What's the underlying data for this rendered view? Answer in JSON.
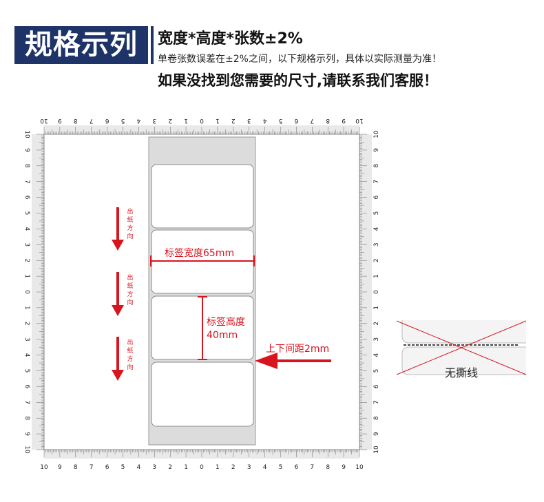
{
  "header": {
    "title": "规格示列",
    "line1": "宽度*高度*张数±2%",
    "line2": "单卷张数误差在±2%之间，以下规格示列，具体以实际测量为准！",
    "line3": "如果没找到您需要的尺寸,请联系我们客服！"
  },
  "ruler": {
    "top_ticks": [
      "10",
      "9",
      "8",
      "7",
      "6",
      "5",
      "4",
      "3",
      "2",
      "1",
      "0",
      "1",
      "2",
      "3",
      "4",
      "5",
      "6",
      "7",
      "8",
      "9",
      "10"
    ],
    "side_ticks": [
      "10",
      "9",
      "8",
      "7",
      "6",
      "5",
      "4",
      "3",
      "2",
      "1",
      "0",
      "1",
      "2",
      "3",
      "4",
      "5",
      "6",
      "7",
      "8",
      "9",
      "10"
    ]
  },
  "diagram": {
    "width_label": "标签宽度65mm",
    "height_label_1": "标签高度",
    "height_label_2": "40mm",
    "gap_label": "上下间距2mm",
    "direction_label": [
      "出",
      "纸",
      "方",
      "向"
    ],
    "no_tear_label": "无撕线",
    "accent_color": "#d8141e",
    "header_color": "#1e3367"
  }
}
